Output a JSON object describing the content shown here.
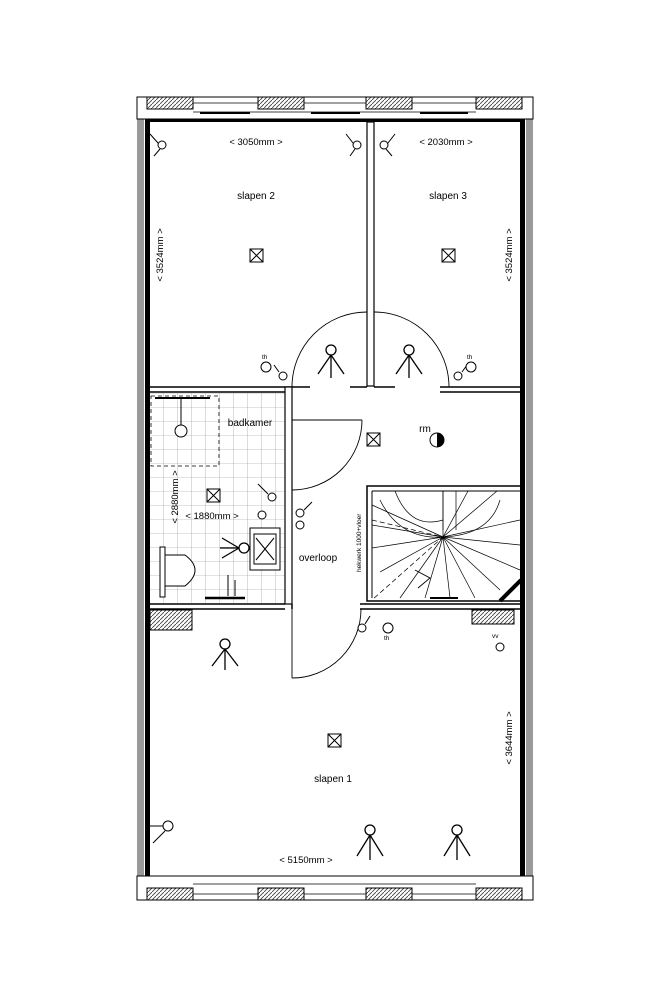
{
  "rooms": {
    "bedroom2": "slapen 2",
    "bedroom3": "slapen 3",
    "bathroom": "badkamer",
    "landing": "overloop",
    "bedroom1": "slapen 1",
    "rm": "rm"
  },
  "dimensions": {
    "bedroom2_width": "< 3050mm >",
    "bedroom3_width": "< 2030mm >",
    "left_depth": "< 3524mm >",
    "right_depth": "< 3524mm >",
    "bath_depth": "< 2880mm >",
    "bath_width": "< 1880mm >",
    "bedroom1_depth": "< 3644mm >",
    "bedroom1_width": "< 5150mm >"
  },
  "notes": {
    "railing": "hekwerk 1000+vloer"
  },
  "symbols": {
    "thermostat": "th",
    "socket_label": "vv",
    "light_icon": "ceiling-light-icon",
    "wall_light_icon": "wall-light-icon",
    "switch_icon": "switch-icon",
    "smoke_icon": "smoke-detector-icon"
  },
  "colors": {
    "wall": "#000000",
    "window_frame": "#9a9a9a",
    "tile_grid": "#8c8c8c",
    "brick_hatch": "#444444",
    "background": "#ffffff"
  }
}
